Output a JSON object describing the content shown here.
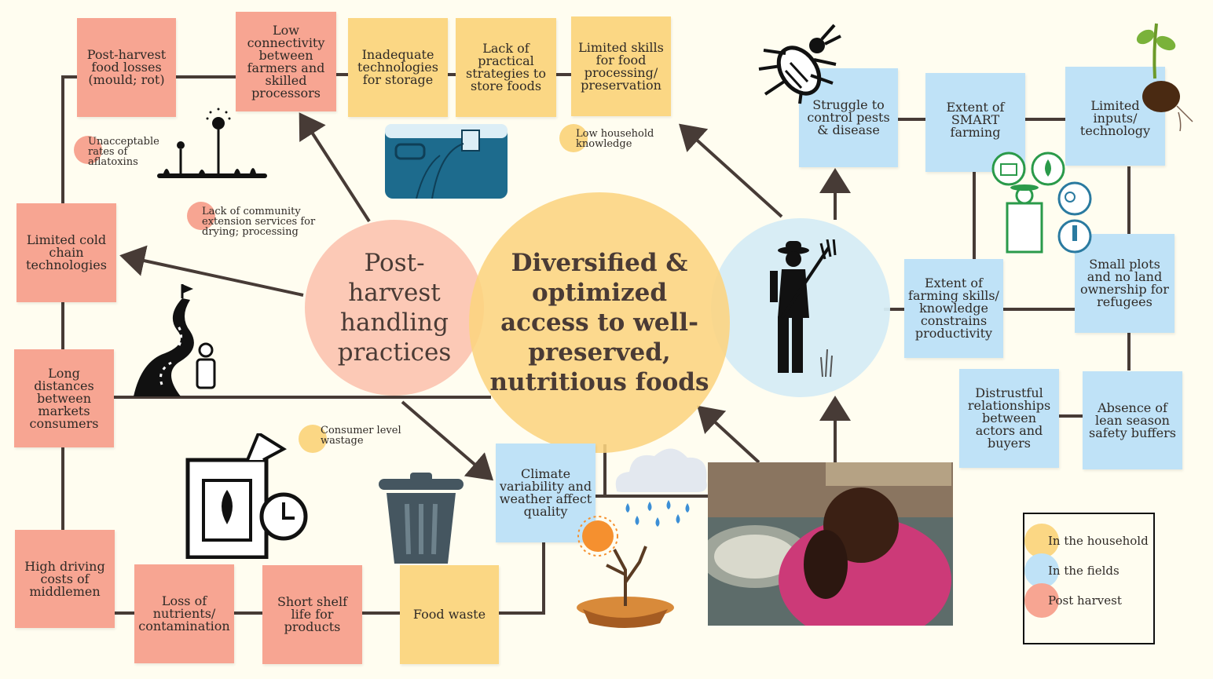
{
  "center": {
    "main": "Diversified & optimized access to well-preserved, nutritious foods",
    "post_harvest": "Post-harvest handling practices"
  },
  "boxes": {
    "post_harvest_losses": "Post-harvest food losses (mould; rot)",
    "low_connectivity": "Low connectivity between farmers and skilled processors",
    "inadequate_storage": "Inadequate technologies for storage",
    "lack_strategies": "Lack of practical strategies to store foods",
    "limited_skills": "Limited skills for food processing/ preservation",
    "limited_cold_chain": "Limited cold chain technologies",
    "long_distances": "Long distances between markets consumers",
    "high_driving": "High driving costs of middlemen",
    "loss_nutrients": "Loss of nutrients/ contamination",
    "short_shelf": "Short shelf life for products",
    "food_waste": "Food waste",
    "climate": "Climate variability and weather affect quality",
    "pests": "Struggle to control pests & disease",
    "smart": "Extent of SMART farming",
    "inputs": "Limited inputs/ technology",
    "farming_skills": "Extent of farming skills/ knowledge constrains productivity",
    "small_plots": "Small plots and no land ownership for refugees",
    "distrustful": "Distrustful relationships between actors and buyers",
    "lean_season": "Absence of lean season safety buffers"
  },
  "notes": {
    "aflatoxins": "Unacceptable rates of aflatoxins",
    "extension": "Lack of community extension services  for drying; processing",
    "household_knowledge": "Low household knowledge",
    "consumer_wastage": "Consumer level wastage"
  },
  "legend": {
    "household": "In the household",
    "fields": "In the fields",
    "post_harvest": "Post harvest"
  },
  "colors": {
    "household": "#fbd784",
    "fields": "#bfe2f7",
    "post_harvest": "#f7a592",
    "line": "#473b36"
  }
}
